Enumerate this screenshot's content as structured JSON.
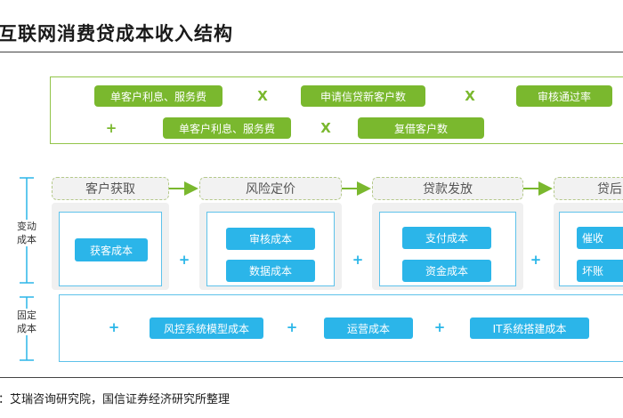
{
  "title": "互联网消费贷成本收入结构",
  "revenue": {
    "row1": [
      "单客户利息、服务费",
      "申请信贷新客户数",
      "审核通过率"
    ],
    "row2": [
      "单客户利息、服务费",
      "复借客户数"
    ],
    "times": "X",
    "plus": "+"
  },
  "side_labels": {
    "variable": "变动成本",
    "fixed": "固定成本"
  },
  "stages": [
    "客户获取",
    "风险定价",
    "贷款发放",
    "贷后"
  ],
  "variable_costs": {
    "acquisition": [
      "获客成本"
    ],
    "pricing": [
      "审核成本",
      "数据成本"
    ],
    "disbursement": [
      "支付成本",
      "资金成本"
    ],
    "post_loan": [
      "催收",
      "坏账"
    ]
  },
  "fixed_costs": [
    "风控系统模型成本",
    "运营成本",
    "IT系统搭建成本"
  ],
  "plus": "+",
  "source": "：艾瑞咨询研究院，国信证券经济研究所整理",
  "colors": {
    "green": "#7ab82e",
    "blue": "#2bb5e9",
    "stage_border": "#b5c98a"
  }
}
